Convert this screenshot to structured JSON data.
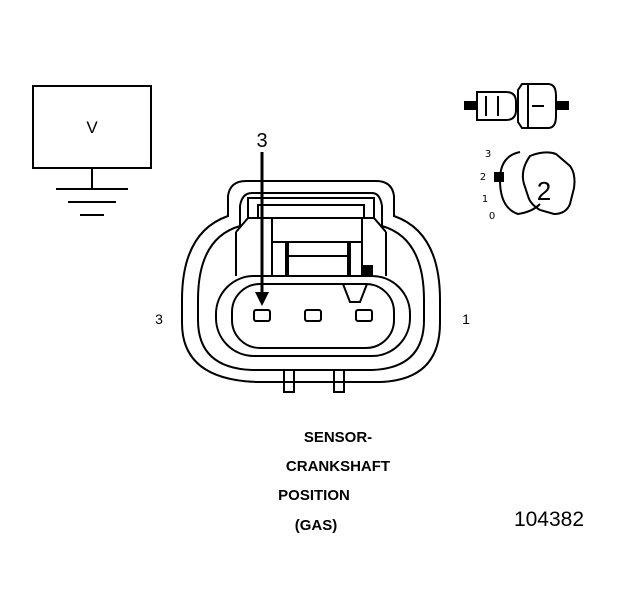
{
  "meter": {
    "label": "V"
  },
  "pin_callout": "3",
  "pin_left": "3",
  "pin_right": "1",
  "side_view": {
    "position_labels": [
      "3",
      "2",
      "1",
      "0"
    ],
    "number": "2"
  },
  "caption": [
    "SENSOR-",
    "CRANKSHAFT",
    "POSITION",
    "(GAS)"
  ],
  "figure_id": "104382"
}
